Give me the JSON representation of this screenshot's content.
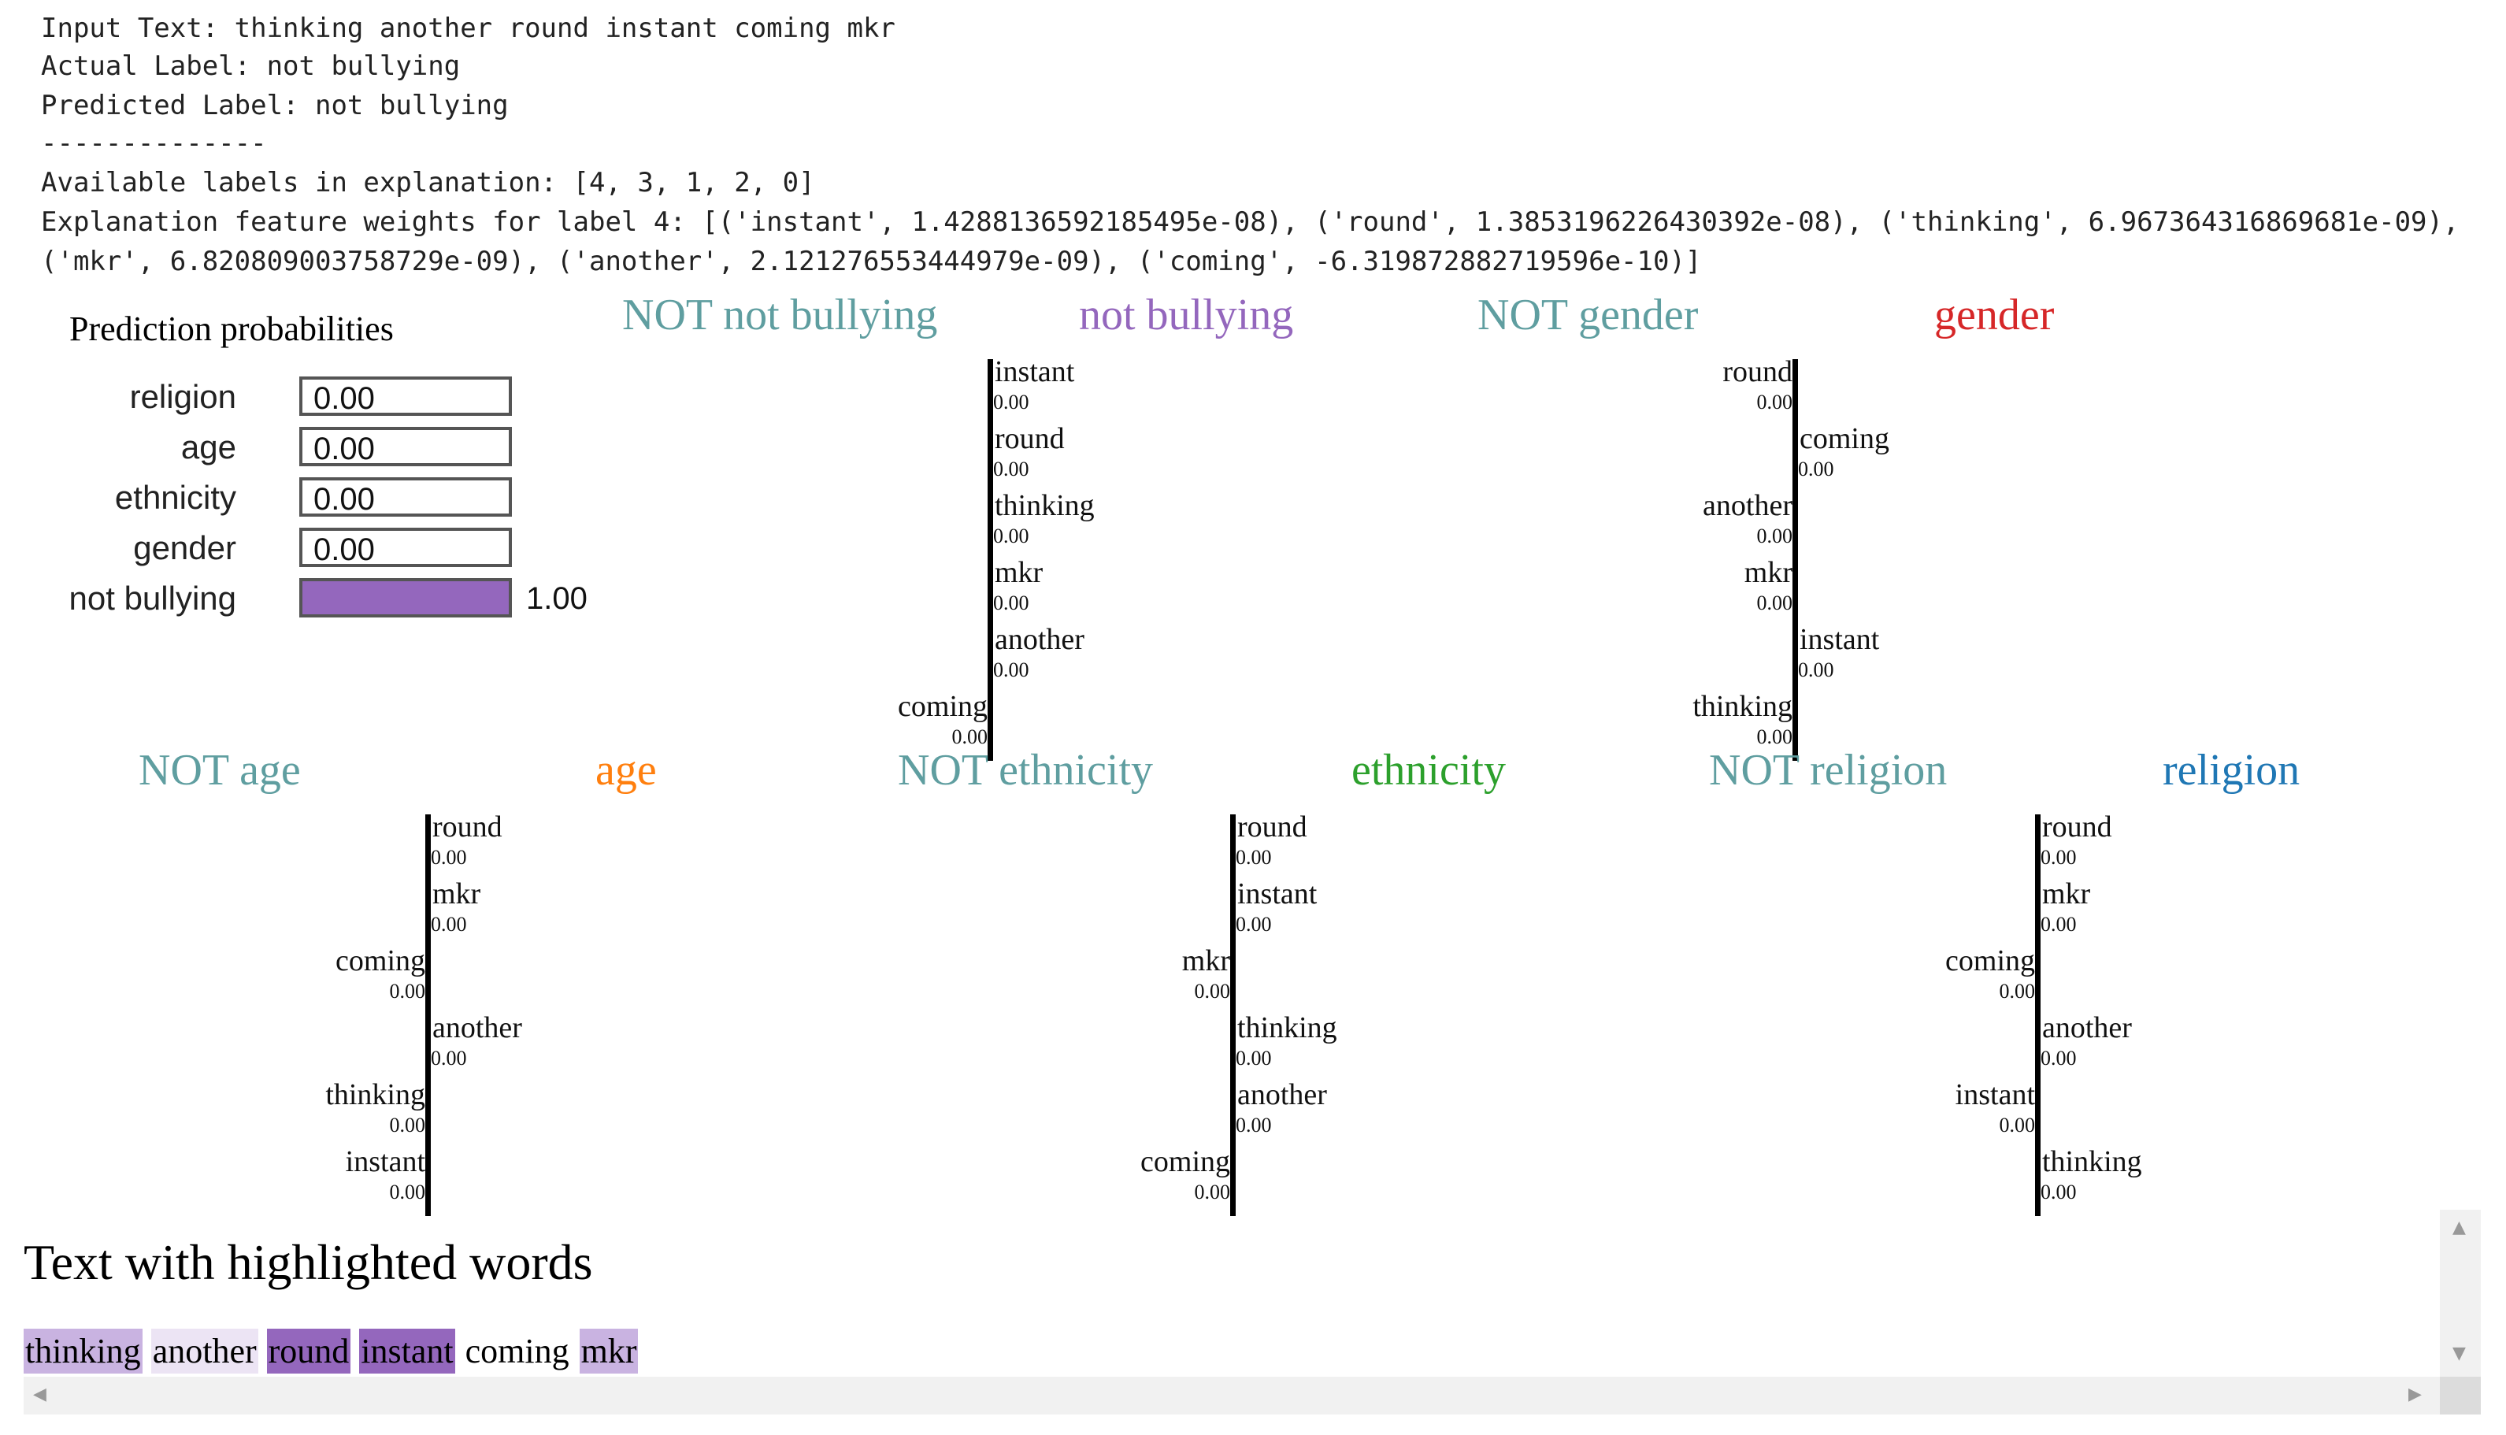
{
  "info": {
    "input_text": "Input Text: thinking another round instant coming mkr",
    "actual_label": "Actual Label: not bullying",
    "predicted_label": "Predicted Label: not bullying",
    "separator": "--------------",
    "available_labels": "Available labels in explanation: [4, 3, 1, 2, 0]",
    "weights_line1": "Explanation feature weights for label 4: [('instant', 1.4288136592185495e-08), ('round', 1.3853196226430392e-08), ('thinking', 6.967364316869681e-09),",
    "weights_line2": "('mkr', 6.820809003758729e-09), ('another', 2.121276553444979e-09), ('coming', -6.319872882719596e-10)]"
  },
  "prediction": {
    "title": "Prediction probabilities",
    "rows": [
      {
        "label": "religion",
        "value": "0.00",
        "fraction": 0.0
      },
      {
        "label": "age",
        "value": "0.00",
        "fraction": 0.0
      },
      {
        "label": "ethnicity",
        "value": "0.00",
        "fraction": 0.0
      },
      {
        "label": "gender",
        "value": "0.00",
        "fraction": 0.0
      },
      {
        "label": "not bullying",
        "value": "1.00",
        "fraction": 1.0,
        "color": "#9467bd"
      }
    ]
  },
  "panels": [
    {
      "not_label": "NOT not bullying",
      "label": "not bullying",
      "color": "#9467bd",
      "features": [
        {
          "word": "instant",
          "value": "0.00",
          "side": "right"
        },
        {
          "word": "round",
          "value": "0.00",
          "side": "right"
        },
        {
          "word": "thinking",
          "value": "0.00",
          "side": "right"
        },
        {
          "word": "mkr",
          "value": "0.00",
          "side": "right"
        },
        {
          "word": "another",
          "value": "0.00",
          "side": "right"
        },
        {
          "word": "coming",
          "value": "0.00",
          "side": "left"
        }
      ]
    },
    {
      "not_label": "NOT gender",
      "label": "gender",
      "color": "#d62728",
      "features": [
        {
          "word": "round",
          "value": "0.00",
          "side": "left"
        },
        {
          "word": "coming",
          "value": "0.00",
          "side": "right"
        },
        {
          "word": "another",
          "value": "0.00",
          "side": "left"
        },
        {
          "word": "mkr",
          "value": "0.00",
          "side": "left"
        },
        {
          "word": "instant",
          "value": "0.00",
          "side": "right"
        },
        {
          "word": "thinking",
          "value": "0.00",
          "side": "left"
        }
      ]
    },
    {
      "not_label": "NOT age",
      "label": "age",
      "color": "#ff7f0e",
      "features": [
        {
          "word": "round",
          "value": "0.00",
          "side": "right"
        },
        {
          "word": "mkr",
          "value": "0.00",
          "side": "right"
        },
        {
          "word": "coming",
          "value": "0.00",
          "side": "left"
        },
        {
          "word": "another",
          "value": "0.00",
          "side": "right"
        },
        {
          "word": "thinking",
          "value": "0.00",
          "side": "left"
        },
        {
          "word": "instant",
          "value": "0.00",
          "side": "left"
        }
      ]
    },
    {
      "not_label": "NOT ethnicity",
      "label": "ethnicity",
      "color": "#2ca02c",
      "features": [
        {
          "word": "round",
          "value": "0.00",
          "side": "right"
        },
        {
          "word": "instant",
          "value": "0.00",
          "side": "right"
        },
        {
          "word": "mkr",
          "value": "0.00",
          "side": "left"
        },
        {
          "word": "thinking",
          "value": "0.00",
          "side": "right"
        },
        {
          "word": "another",
          "value": "0.00",
          "side": "right"
        },
        {
          "word": "coming",
          "value": "0.00",
          "side": "left"
        }
      ]
    },
    {
      "not_label": "NOT religion",
      "label": "religion",
      "color": "#1f77b4",
      "features": [
        {
          "word": "round",
          "value": "0.00",
          "side": "right"
        },
        {
          "word": "mkr",
          "value": "0.00",
          "side": "right"
        },
        {
          "word": "coming",
          "value": "0.00",
          "side": "left"
        },
        {
          "word": "another",
          "value": "0.00",
          "side": "right"
        },
        {
          "word": "instant",
          "value": "0.00",
          "side": "left"
        },
        {
          "word": "thinking",
          "value": "0.00",
          "side": "right"
        }
      ]
    }
  ],
  "highlight": {
    "title": "Text with highlighted words",
    "tokens": [
      {
        "text": "thinking",
        "bg": "#c9b3e1"
      },
      {
        "text": "another",
        "bg": "#ece4f4"
      },
      {
        "text": "round",
        "bg": "#9467bd"
      },
      {
        "text": "instant",
        "bg": "#9467bd"
      },
      {
        "text": "coming",
        "bg": "#ffffff"
      },
      {
        "text": "mkr",
        "bg": "#c9b3e1"
      }
    ]
  },
  "colors": {
    "not_title": "#5f9ea0",
    "axis": "#000000"
  }
}
